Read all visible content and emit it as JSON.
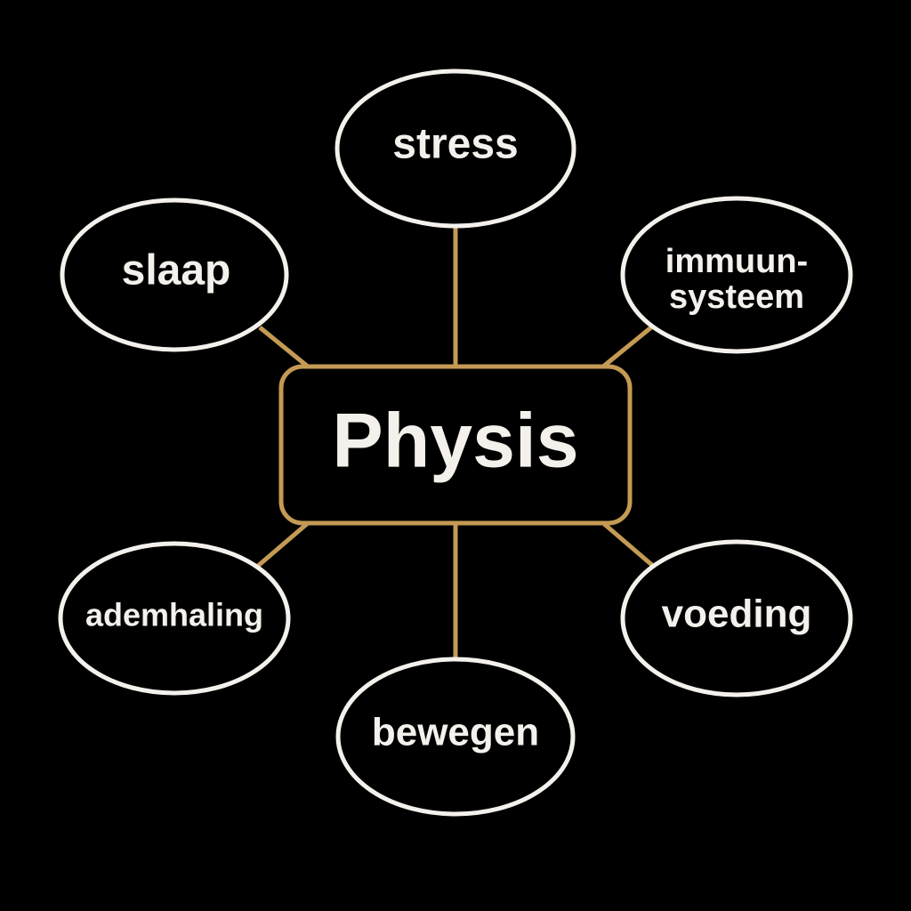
{
  "center": {
    "label": "Physis"
  },
  "nodes": {
    "stress": {
      "label": "stress"
    },
    "slaap": {
      "label": "slaap"
    },
    "immuunsysteem": {
      "lines": [
        "immuun-",
        "systeem"
      ]
    },
    "ademhaling": {
      "label": "ademhaling"
    },
    "voeding": {
      "label": "voeding"
    },
    "bewegen": {
      "label": "bewegen"
    }
  },
  "colors": {
    "background": "#000000",
    "connector": "#c49a54",
    "center_border": "#c49a54",
    "node_border": "#f4f1ec",
    "text": "#f4f1ec"
  }
}
